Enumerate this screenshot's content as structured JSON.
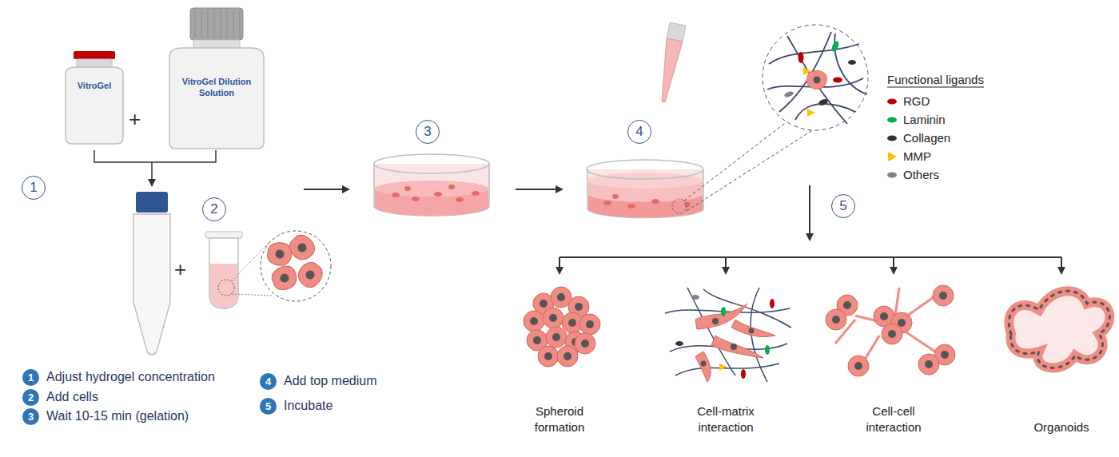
{
  "diagram": {
    "nodes": [
      {
        "text": [
          "VitroGel"
        ]
      },
      {
        "text": [
          "VitroGel Dilution Solution"
        ]
      },
      {
        "text": [
          "1"
        ]
      },
      {
        "text": [
          "2"
        ]
      },
      {
        "text": [
          "3"
        ]
      },
      {
        "text": [
          "4"
        ]
      },
      {
        "text": [
          "5"
        ]
      },
      {
        "text": [
          "1"
        ]
      },
      {
        "text": [
          "2"
        ]
      },
      {
        "text": [
          "3"
        ]
      },
      {
        "text": [
          "4"
        ]
      },
      {
        "text": [
          "5"
        ]
      },
      {
        "text": [
          "Spheroid formation"
        ]
      },
      {
        "text": [
          "Cell-matrix interaction"
        ]
      },
      {
        "text": [
          "Cell-cell interaction"
        ]
      },
      {
        "text": [
          "Organoids"
        ]
      }
    ],
    "labels": [
      "+",
      "+",
      "Adjust hydrogel concentration",
      "Add cells",
      "Wait 10-15 min (gelation)",
      "Add top medium",
      "Incubate",
      "Functional ligands"
    ],
    "legend": [
      {
        "text": "RGD",
        "color": "#c00000"
      },
      {
        "text": "Laminin",
        "color": "#00b050"
      },
      {
        "text": "Collagen",
        "color": "#333333"
      },
      {
        "text": "MMP"
      },
      {
        "text": "Others",
        "color": "#808080"
      }
    ]
  }
}
